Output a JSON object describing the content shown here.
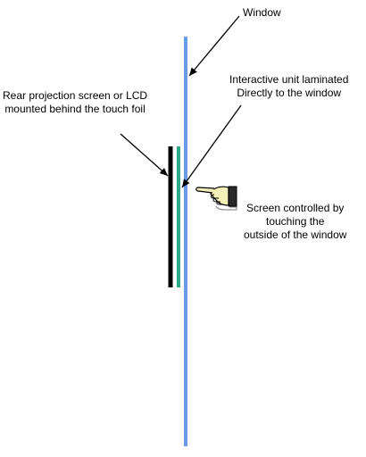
{
  "labels": {
    "window": "Window",
    "interactive_unit": [
      "Interactive unit laminated",
      "Directly to the window"
    ],
    "rear_projection": [
      "Rear projection screen or LCD",
      "mounted behind the touch foil"
    ],
    "screen_controlled": [
      "Screen controlled by",
      "touching the",
      "outside of the window"
    ]
  },
  "colors": {
    "window_line": "#6a9bea",
    "touch_foil": "#2fa88a",
    "screen": "#000000",
    "arrow": "#000000",
    "background": "#ffffff"
  },
  "icons": {
    "hand": "pointing-hand-icon"
  }
}
